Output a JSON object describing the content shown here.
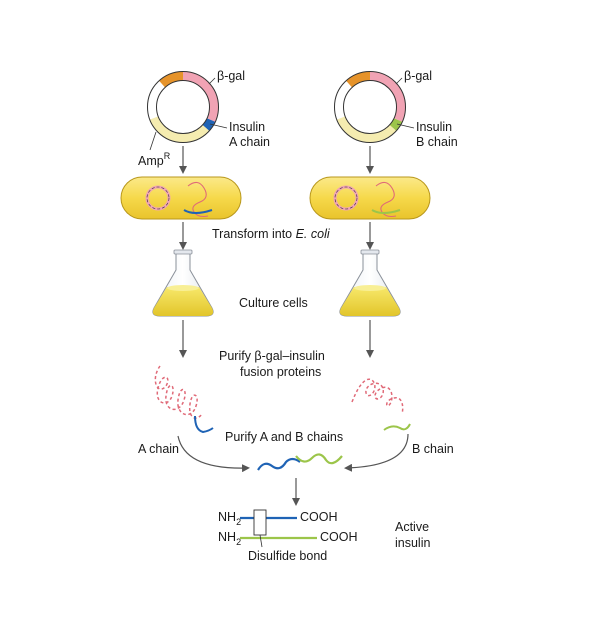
{
  "colors": {
    "gal_pink": "#f1a3b4",
    "amp_orange": "#e6932a",
    "plasmid_cream": "#f5ecb0",
    "insert_blue": "#1f63b5",
    "insert_green": "#9cc54a",
    "cell_yellow": "#f6d94a",
    "culture_yellow": "#ecd63a",
    "fusion_red": "#e06a78",
    "chain_blue": "#1f63b5",
    "chain_green": "#9cc54a",
    "arrow_gray": "#555555"
  },
  "left_plasmid": {
    "gal_label": "β-gal",
    "insert_label_1": "Insulin",
    "insert_label_2": "A chain",
    "amp_label": "Amp",
    "amp_superscript": "R"
  },
  "right_plasmid": {
    "gal_label": "β-gal",
    "insert_label_1": "Insulin",
    "insert_label_2": "B chain"
  },
  "steps": {
    "transform_text": "Transform into ",
    "transform_organism": "E. coli",
    "culture": "Culture cells",
    "purify_fusion_1": "Purify β-gal–insulin",
    "purify_fusion_2": "fusion proteins",
    "purify_chains": "Purify A and B chains"
  },
  "chains": {
    "a_chain": "A chain",
    "b_chain": "B chain"
  },
  "product": {
    "nh2_top": "NH",
    "nh2_top_sub": "2",
    "nh2_bottom": "NH",
    "nh2_bottom_sub": "2",
    "cooh_top": "COOH",
    "cooh_bottom": "COOH",
    "disulfide": "Disulfide bond",
    "active_1": "Active",
    "active_2": "insulin"
  }
}
